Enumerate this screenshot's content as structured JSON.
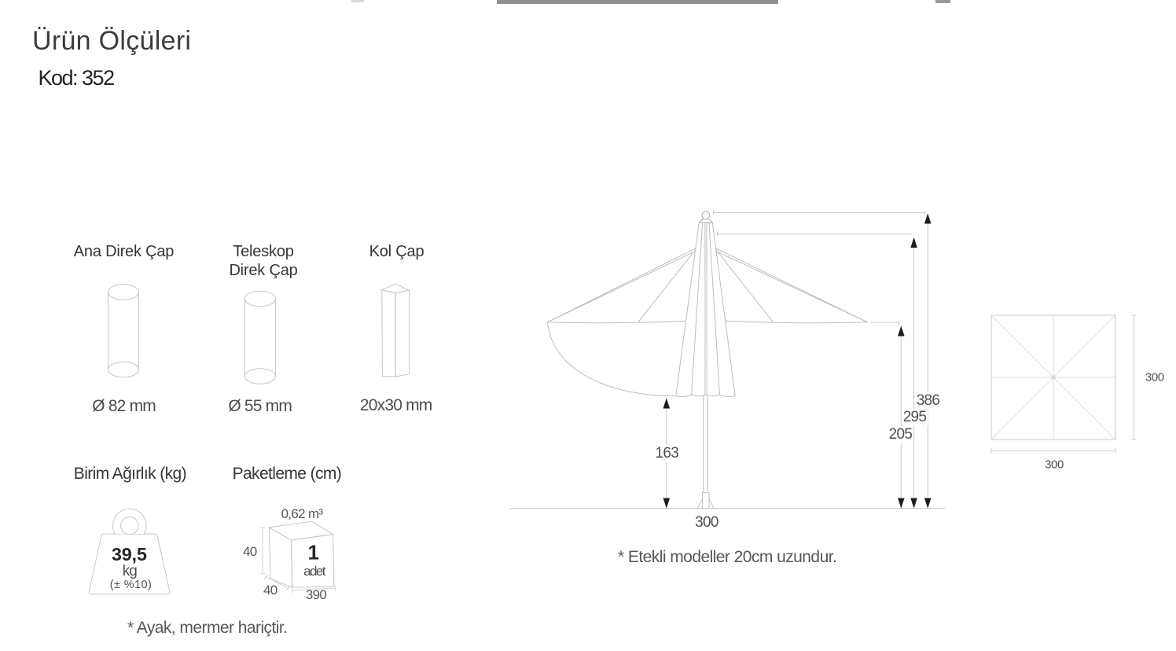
{
  "page": {
    "title": "Ürün Ölçüleri",
    "code": "Kod: 352"
  },
  "specs": {
    "columns": [
      {
        "label_line1": "Ana Direk Çap",
        "label_line2": "",
        "value": "Ø 82 mm",
        "icon": "cylinder"
      },
      {
        "label_line1": "Teleskop",
        "label_line2": "Direk Çap",
        "value": "Ø 55 mm",
        "icon": "cylinder"
      },
      {
        "label_line1": "Kol Çap",
        "label_line2": "",
        "value": "20x30 mm",
        "icon": "rectangular-tube"
      }
    ],
    "weight": {
      "label": "Birim Ağırlık (kg)",
      "value": "39,5",
      "unit": "kg",
      "tolerance": "(± %10)"
    },
    "packaging": {
      "label": "Paketleme (cm)",
      "volume": "0,62 m³",
      "side_height": "40",
      "side_depth": "40",
      "side_width": "390",
      "count": "1",
      "count_unit": "adet"
    },
    "footnote": "* Ayak, mermer hariçtir."
  },
  "diagram": {
    "dim_closed_height": "163",
    "dim_edge_height": "205",
    "dim_upper_height": "295",
    "dim_total_height": "386",
    "dim_span": "300",
    "footnote": "* Etekli modeller 20cm uzundur."
  },
  "top_view": {
    "dim_height": "300",
    "dim_width": "300"
  },
  "colors": {
    "line_light": "#c6c6c6",
    "line_lighter": "#e0e0e0",
    "arrow": "#1c1c1c",
    "text_dark": "#3c3c3c",
    "text_gray": "#4f4f4f"
  }
}
